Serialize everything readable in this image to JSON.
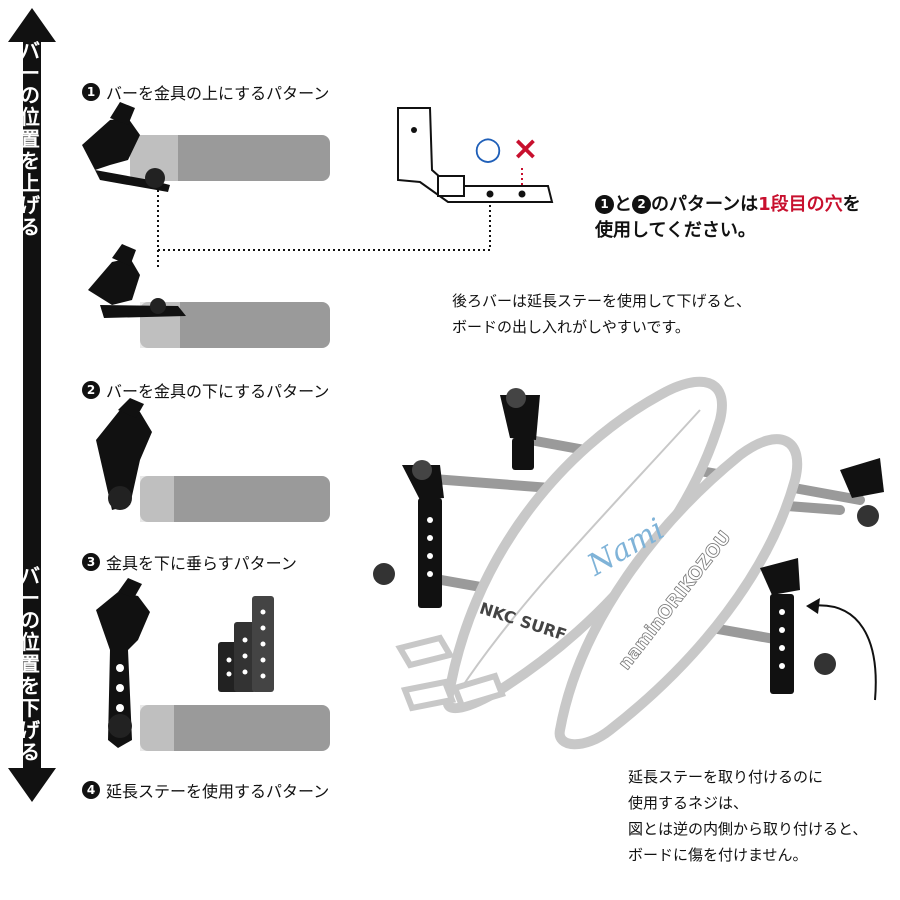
{
  "side": {
    "up_label": [
      "バ",
      "ー",
      "の",
      "位",
      "置",
      "を",
      "上",
      "げ",
      "る"
    ],
    "down_label": [
      "バ",
      "ー",
      "の",
      "位",
      "置",
      "を",
      "下",
      "げ",
      "る"
    ]
  },
  "patterns": [
    {
      "num": "1",
      "label": "バーを金具の上にするパターン"
    },
    {
      "num": "2",
      "label": "バーを金具の下にするパターン"
    },
    {
      "num": "3",
      "label": "金具を下に垂らすパターン"
    },
    {
      "num": "4",
      "label": "延長ステーを使用するパターン"
    }
  ],
  "hole_note": {
    "num_a": "1",
    "and": "と",
    "num_b": "2",
    "text_a": "のパターンは",
    "highlight": "1段目の穴",
    "text_b": "を",
    "line2": "使用してください。"
  },
  "bracket_marks": {
    "ok": "○",
    "ng": "×"
  },
  "rear_note": [
    "後ろバーは延長ステーを使用して下げると、",
    "ボードの出し入れがしやすいです。"
  ],
  "screw_note": [
    "延長ステーを取り付けるのに",
    "使用するネジは、",
    "図とは逆の内側から取り付けると、",
    "ボードに傷を付けません。"
  ],
  "board_text": {
    "brand": "NKC SURF",
    "script": "Nami",
    "vertical": "naminORIKOZOU"
  },
  "colors": {
    "ok": "#1f5fb8",
    "ng": "#c8102e",
    "accent": "#c8102e",
    "bar": "#9a9a9a"
  }
}
